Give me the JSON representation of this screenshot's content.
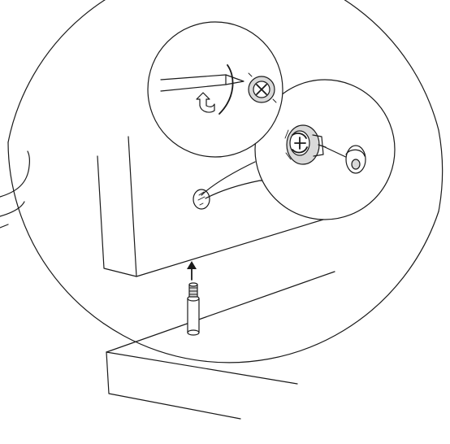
{
  "diagram": {
    "type": "assembly-instruction",
    "has_text": false,
    "colors": {
      "stroke": "#1a1a1a",
      "background": "#ffffff",
      "shade": "#d9d9d9"
    },
    "parts": [
      "upper-panel",
      "lower-panel",
      "dowel",
      "cam-lock",
      "screwdriver",
      "cam-lock-hole"
    ],
    "callouts": [
      "screwdriver-turn-detail",
      "cam-lock-detail"
    ],
    "icons": [
      "up-arrow-icon",
      "rotate-arrow-icon",
      "side-peg-icon"
    ]
  }
}
